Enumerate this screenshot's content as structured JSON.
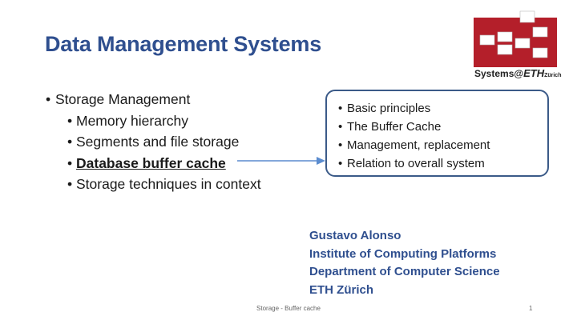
{
  "slide": {
    "title": "Data Management Systems",
    "main_bullets": [
      {
        "level": 1,
        "text": "Storage Management"
      },
      {
        "level": 2,
        "text": "Memory hierarchy"
      },
      {
        "level": 2,
        "text": "Segments and file storage"
      },
      {
        "level": 2,
        "text": "Database buffer cache",
        "emphasis": "bold-underline"
      },
      {
        "level": 2,
        "text": "Storage techniques in context"
      }
    ],
    "callout_items": [
      "Basic principles",
      "The Buffer Cache",
      "Management, replacement",
      "Relation to overall system"
    ],
    "author": {
      "name": "Gustavo Alonso",
      "institute": "Institute of Computing Platforms",
      "department": "Department of Computer Science",
      "university": "ETH Zürich"
    },
    "footer": {
      "center": "Storage - Buffer cache",
      "page_number": "1"
    },
    "logo": {
      "prefix": "Systems@",
      "brand": "ETH",
      "suffix": "Zürich"
    },
    "bullet_glyph": "•"
  },
  "colors": {
    "title": "#2f4f8f",
    "author": "#2f4f8f",
    "logo_red": "#b41f2a",
    "callout_border": "#3b5a88",
    "arrow": "#5b8ccf"
  }
}
